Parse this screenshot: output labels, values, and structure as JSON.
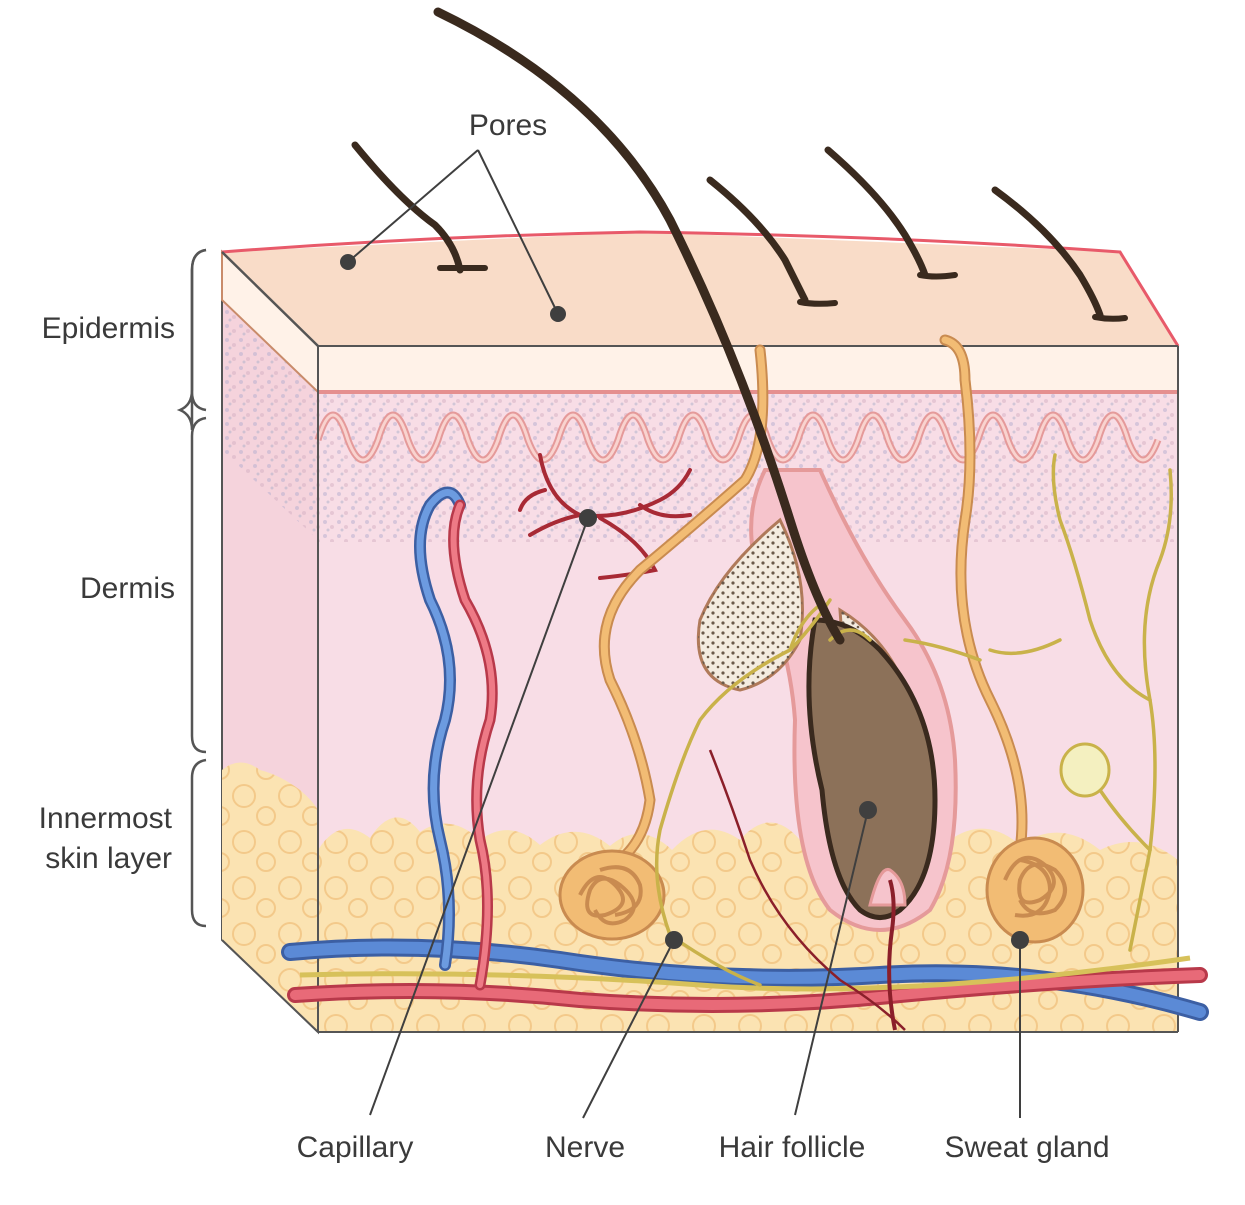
{
  "diagram": {
    "top_label": "Pores",
    "layers": [
      {
        "key": "epidermis",
        "label": "Epidermis"
      },
      {
        "key": "dermis",
        "label": "Dermis"
      },
      {
        "key": "innermost",
        "label_lines": [
          "Innermost",
          "skin layer"
        ]
      }
    ],
    "bottom_labels": [
      {
        "key": "capillary",
        "label": "Capillary"
      },
      {
        "key": "nerve",
        "label": "Nerve"
      },
      {
        "key": "hair_follicle",
        "label": "Hair follicle"
      },
      {
        "key": "sweat_gland",
        "label": "Sweat gland"
      }
    ],
    "colors": {
      "epidermis_top": "#f9dcc8",
      "epidermis_edge": "#e85a6a",
      "dermis": "#f8dde6",
      "fat": "#fbe3b2",
      "vein": "#4a78c7",
      "artery": "#e05a6a",
      "nerve": "#d7c15a",
      "sweat_duct": "#f2bc74",
      "hair": "#3a2a1e",
      "follicle": "#8c7159"
    }
  }
}
